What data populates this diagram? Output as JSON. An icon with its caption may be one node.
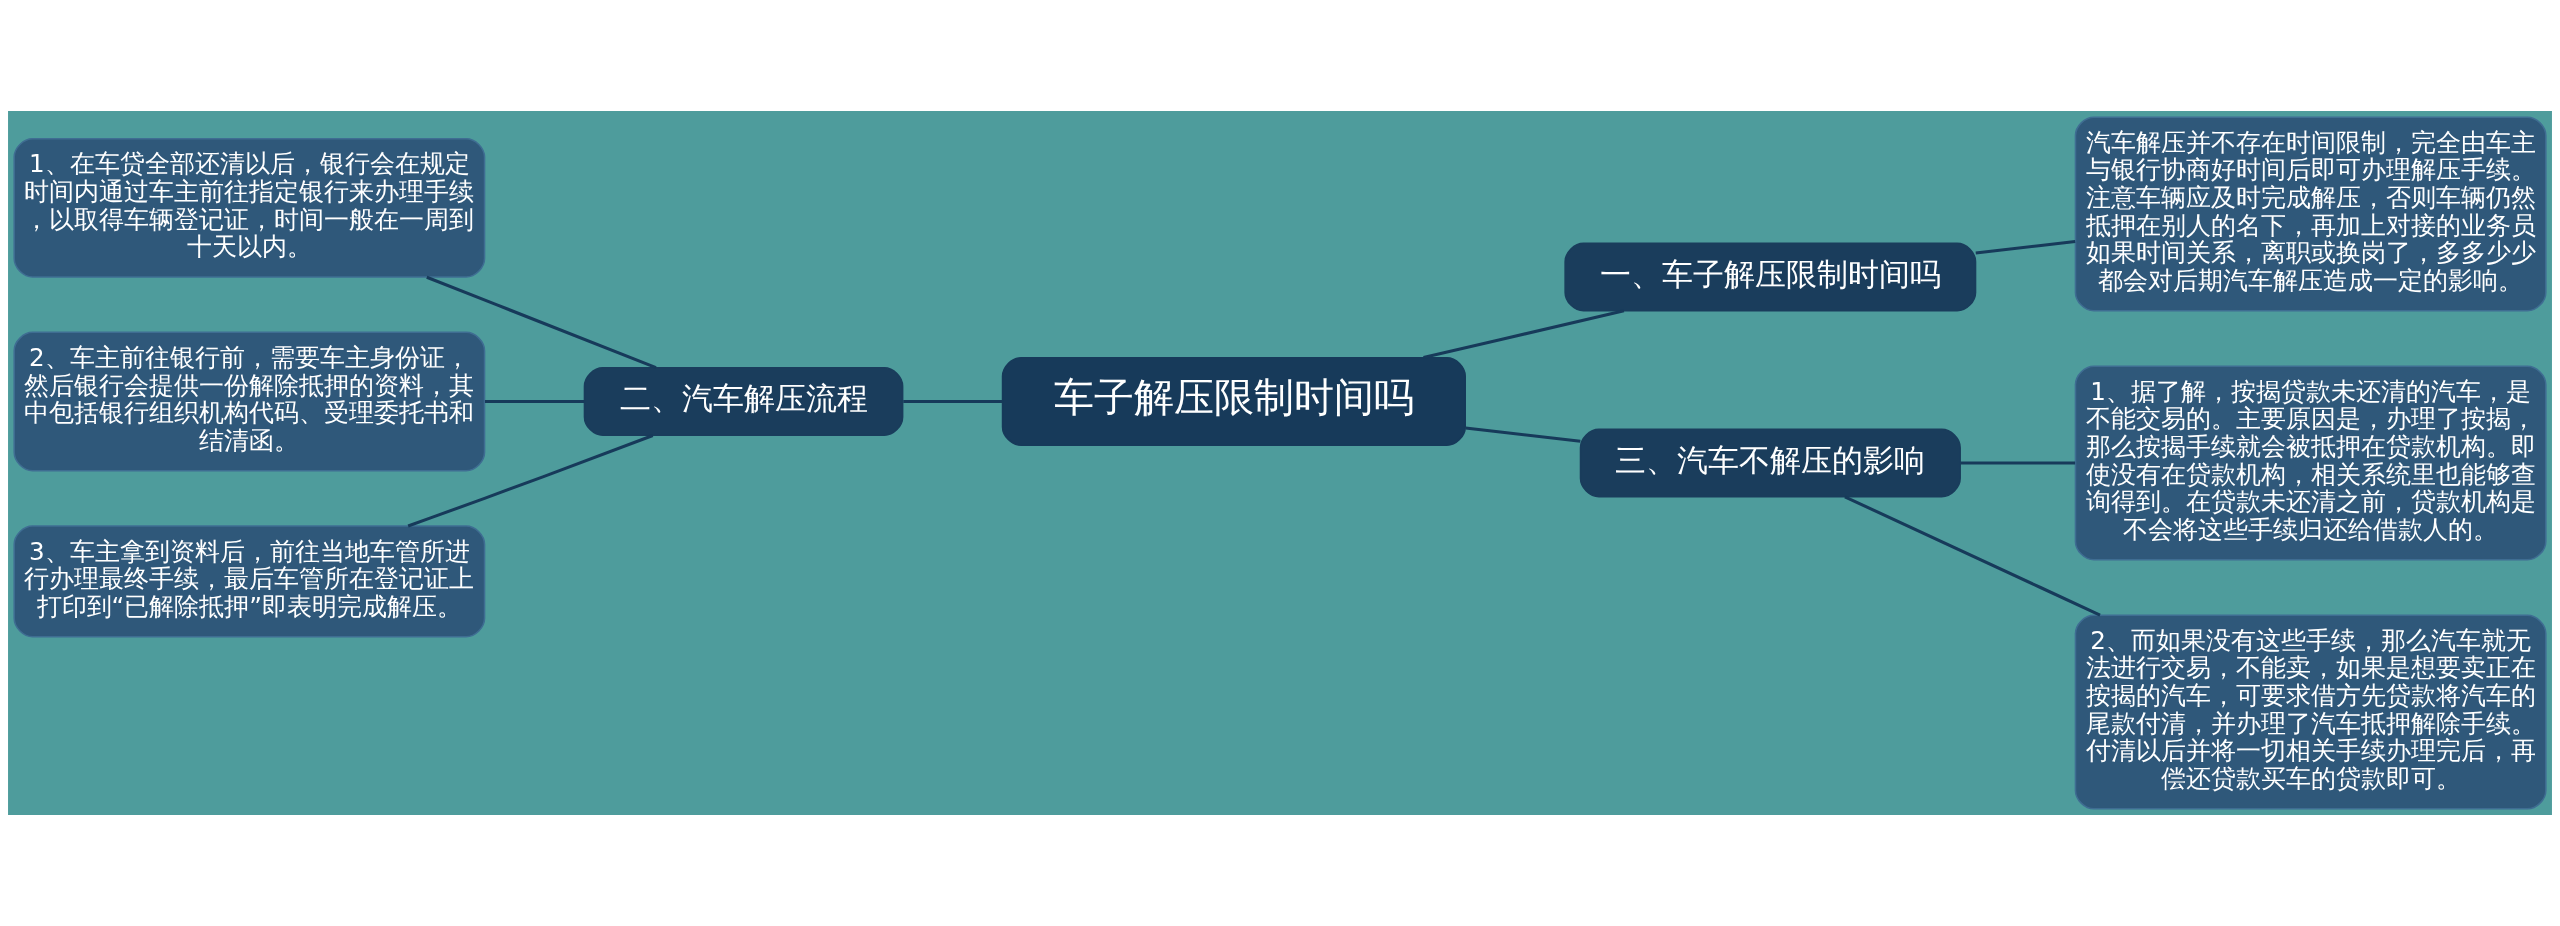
{
  "diagram": {
    "nodes": [
      {
        "text": [
          "车子解压限制时间吗"
        ]
      },
      {
        "text": [
          "一、车子解压限制时间吗"
        ]
      },
      {
        "text": [
          "汽车解压并不存在时间限制，完全由车主与银行协商好时间后即可办理解压手续。注意车辆应及时完成解压，否则车辆仍然抵押在别人的名下，再加上对接的业务员如果时间关系，离职或换岗了，多多少少都会对后期汽车解压造成一定的影响。"
        ]
      },
      {
        "text": [
          "二、汽车解压流程"
        ]
      },
      {
        "text": [
          "1、在车贷全部还清以后，银行会在规定时间内通过车主前往指定银行来办理手续，以取得车辆登记证，时间一般在一周到十天以内。"
        ]
      },
      {
        "text": [
          "2、车主前往银行前，需要车主身份证，然后银行会提供一份解除抵押的资料，其中包括银行组织机构代码、受理委托书和结清函。"
        ]
      },
      {
        "text": [
          "3、车主拿到资料后，前往当地车管所进行办理最终手续，最后车管所在登记证上打印到“已解除抵押”即表明完成解压。"
        ]
      },
      {
        "text": [
          "三、汽车不解压的影响"
        ]
      },
      {
        "text": [
          "1、据了解，按揭贷款未还清的汽车，是不能交易的。主要原因是，办理了按揭，那么按揭手续就会被抵押在贷款机构。即使没有在贷款机构，相关系统里也能够查询得到。在贷款未还清之前，贷款机构是不会将这些手续归还给借款人的。"
        ]
      },
      {
        "text": [
          "2、而如果没有这些手续，那么汽车就无法进行交易，不能卖，如果是想要卖正在按揭的汽车，可要求借方先贷款将汽车的尾款付清，并办理了汽车抵押解除手续。付清以后并将一切相关手续办理完后，再偿还贷款买车的贷款即可。"
        ]
      }
    ],
    "edges": [
      {
        "from": 0,
        "to": 1,
        "arrow": "none"
      },
      {
        "from": 1,
        "to": 2,
        "arrow": "none"
      },
      {
        "from": 3,
        "to": 0,
        "arrow": "none"
      },
      {
        "from": 4,
        "to": 3,
        "arrow": "none"
      },
      {
        "from": 5,
        "to": 3,
        "arrow": "none"
      },
      {
        "from": 6,
        "to": 3,
        "arrow": "none"
      },
      {
        "from": 0,
        "to": 7,
        "arrow": "none"
      },
      {
        "from": 7,
        "to": 8,
        "arrow": "none"
      },
      {
        "from": 7,
        "to": 9,
        "arrow": "none"
      }
    ]
  }
}
